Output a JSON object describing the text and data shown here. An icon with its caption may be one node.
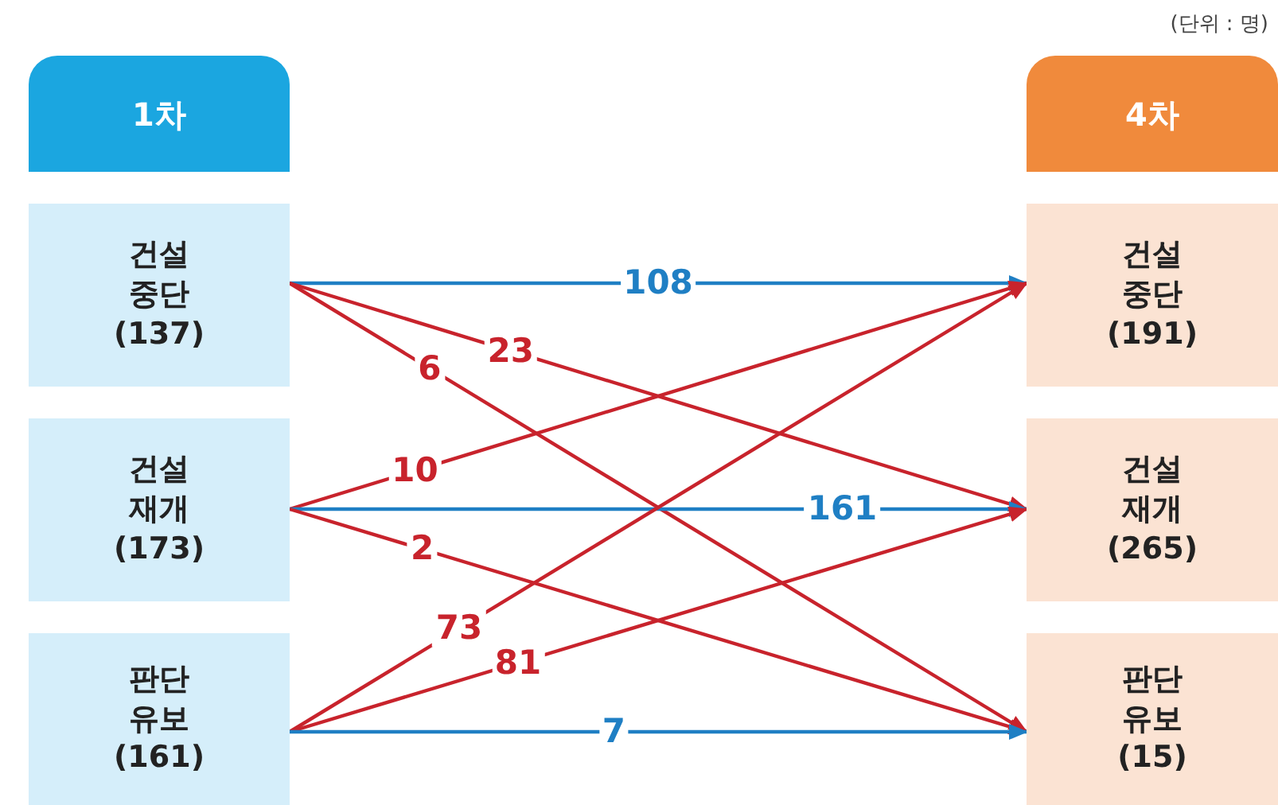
{
  "diagram": {
    "nodes": [
      {
        "text": [
          "1차"
        ]
      },
      {
        "text": [
          "4차"
        ]
      },
      {
        "text": [
          "건설 중단 (137)"
        ]
      },
      {
        "text": [
          "건설 재개 (173)"
        ]
      },
      {
        "text": [
          "판단 유보 (161)"
        ]
      },
      {
        "text": [
          "건설 중단 (191)"
        ]
      },
      {
        "text": [
          "건설 재개 (265)"
        ]
      },
      {
        "text": [
          "판단 유보 (15)"
        ]
      }
    ],
    "edges": [
      {
        "from": 2,
        "to": 5,
        "arrow": "to",
        "label": "108",
        "color": "#1f7fc4"
      },
      {
        "from": 2,
        "to": 6,
        "arrow": "to",
        "label": "23"
      },
      {
        "from": 2,
        "to": 7,
        "arrow": "to",
        "label": "6"
      },
      {
        "from": 3,
        "to": 5,
        "arrow": "to",
        "label": "10"
      },
      {
        "from": 3,
        "to": 6,
        "arrow": "to",
        "label": "161",
        "color": "#1f7fc4"
      },
      {
        "from": 3,
        "to": 7,
        "arrow": "to",
        "label": "2"
      },
      {
        "from": 4,
        "to": 5,
        "arrow": "to",
        "label": "73"
      },
      {
        "from": 4,
        "to": 6,
        "arrow": "to",
        "label": "81"
      },
      {
        "from": 4,
        "to": 7,
        "arrow": "to",
        "label": "7",
        "color": "#1f7fc4"
      }
    ],
    "labels": [
      "(단위 : 명)"
    ]
  }
}
